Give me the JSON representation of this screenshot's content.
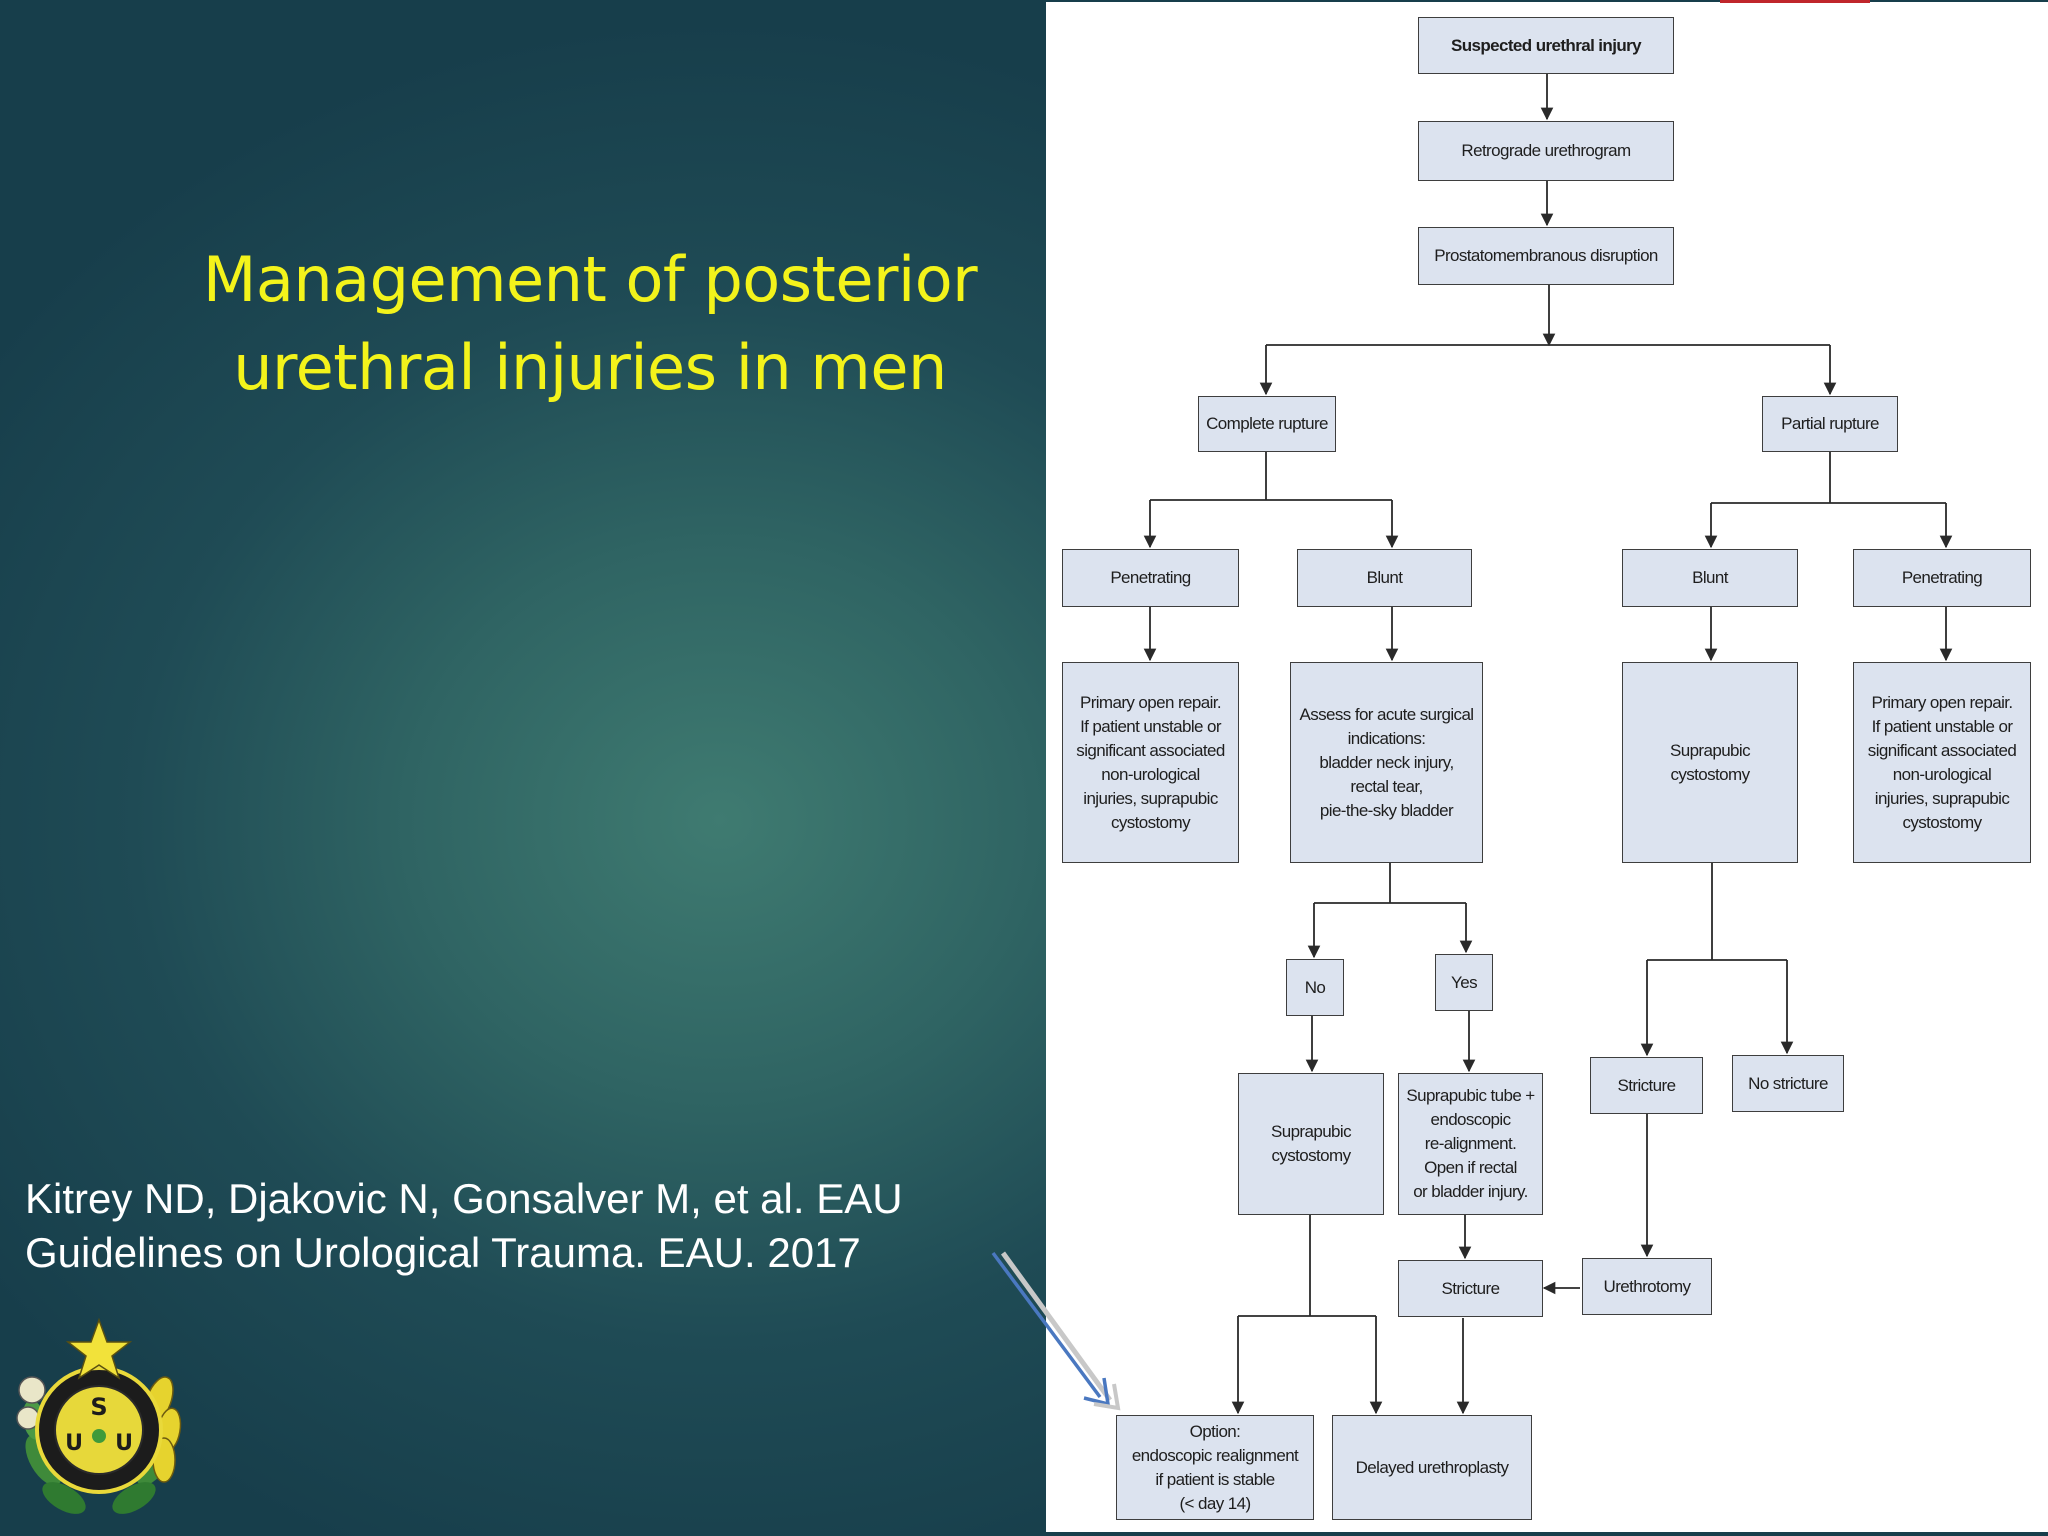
{
  "slide": {
    "title_line1": "Management of posterior",
    "title_line2": "urethral injuries in men",
    "citation_line1": "Kitrey ND, Djakovic N, Gonsalver M, et al. EAU",
    "citation_line2": "Guidelines on Urological Trauma. EAU. 2017",
    "logo_letters": [
      "S",
      "U",
      "U"
    ]
  },
  "colors": {
    "title": "#f3f31b",
    "box_fill": "#dce3ef",
    "arrow_blue": "#4a78c0"
  },
  "flowchart": {
    "suspected": "Suspected urethral injury",
    "retrograde": "Retrograde urethrogram",
    "prostato": "Prostatomembranous disruption",
    "complete": "Complete rupture",
    "partial": "Partial rupture",
    "penetrating_left": "Penetrating",
    "blunt_left": "Blunt",
    "blunt_right": "Blunt",
    "penetrating_right": "Penetrating",
    "primary_left": "Primary open repair.\nIf patient unstable or\nsignificant associated\nnon-urological\ninjuries, suprapubic\ncystostomy",
    "assess": "Assess for acute surgical\nindications:\nbladder neck injury,\nrectal tear,\npie-the-sky bladder",
    "suprapubic_right": "Suprapubic\ncystostomy",
    "primary_right": "Primary open repair.\nIf patient unstable or\nsignificant associated\nnon-urological\ninjuries, suprapubic\ncystostomy",
    "no": "No",
    "yes": "Yes",
    "suprapubic_mid": "Suprapubic\ncystostomy",
    "tube": "Suprapubic tube +\nendoscopic\nre-alignment.\nOpen if rectal\nor bladder injury.",
    "stricture_right": "Stricture",
    "no_stricture": "No stricture",
    "stricture_mid": "Stricture",
    "urethrotomy": "Urethrotomy",
    "option": "Option:\nendoscopic realignment\nif patient is stable\n(< day 14)",
    "delayed": "Delayed urethroplasty"
  }
}
